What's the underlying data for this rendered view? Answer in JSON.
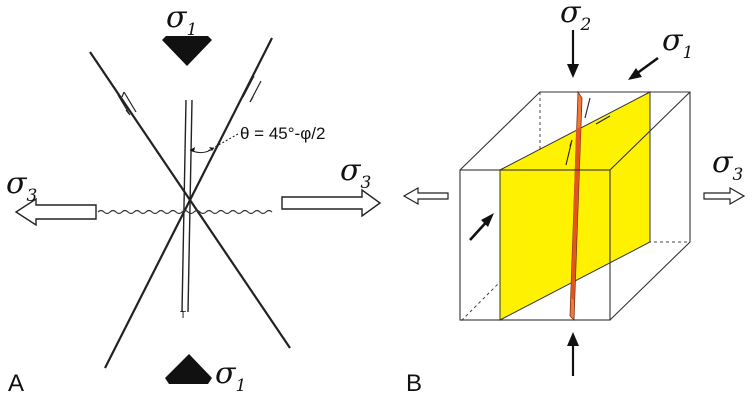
{
  "panel_a": {
    "label": "A",
    "sigma1_top": {
      "symbol": "σ",
      "index": "1"
    },
    "sigma1_bottom": {
      "symbol": "σ",
      "index": "1"
    },
    "sigma3_left": {
      "symbol": "σ",
      "index": "3"
    },
    "sigma3_right": {
      "symbol": "σ",
      "index": "3"
    },
    "angle_formula": "θ = 45°-φ/2",
    "tension_mark": "T"
  },
  "panel_b": {
    "label": "B",
    "sigma2": {
      "symbol": "σ",
      "index": "2"
    },
    "sigma1": {
      "symbol": "σ",
      "index": "1"
    },
    "sigma3": {
      "symbol": "σ",
      "index": "3"
    }
  },
  "colors": {
    "ink": "#111111",
    "fault_plane": "#FFF200",
    "tension_plane": "#F47A3A",
    "cube_edge": "#333333"
  }
}
